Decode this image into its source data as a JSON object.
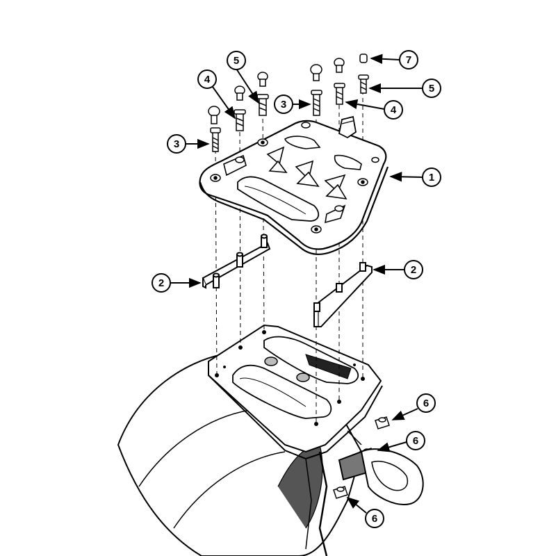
{
  "diagram": {
    "colors": {
      "line": "#000000",
      "fill": "#ffffff",
      "shade": "#444444",
      "light": "#d9d9d9"
    },
    "callouts": [
      {
        "label": "7",
        "part": "knob-screw-top"
      },
      {
        "label": "5",
        "part": "bolt-left"
      },
      {
        "label": "5",
        "part": "bolt-right"
      },
      {
        "label": "4",
        "part": "bolt-with-washer-left"
      },
      {
        "label": "4",
        "part": "bolt-with-washer-right"
      },
      {
        "label": "3",
        "part": "long-bolt-left"
      },
      {
        "label": "3",
        "part": "long-bolt-center"
      },
      {
        "label": "1",
        "part": "top-rack-plate"
      },
      {
        "label": "2",
        "part": "spacer-bar-left"
      },
      {
        "label": "2",
        "part": "spacer-bar-right"
      },
      {
        "label": "6",
        "part": "nut-upper"
      },
      {
        "label": "6",
        "part": "nut-middle"
      },
      {
        "label": "6",
        "part": "nut-lower"
      }
    ]
  }
}
